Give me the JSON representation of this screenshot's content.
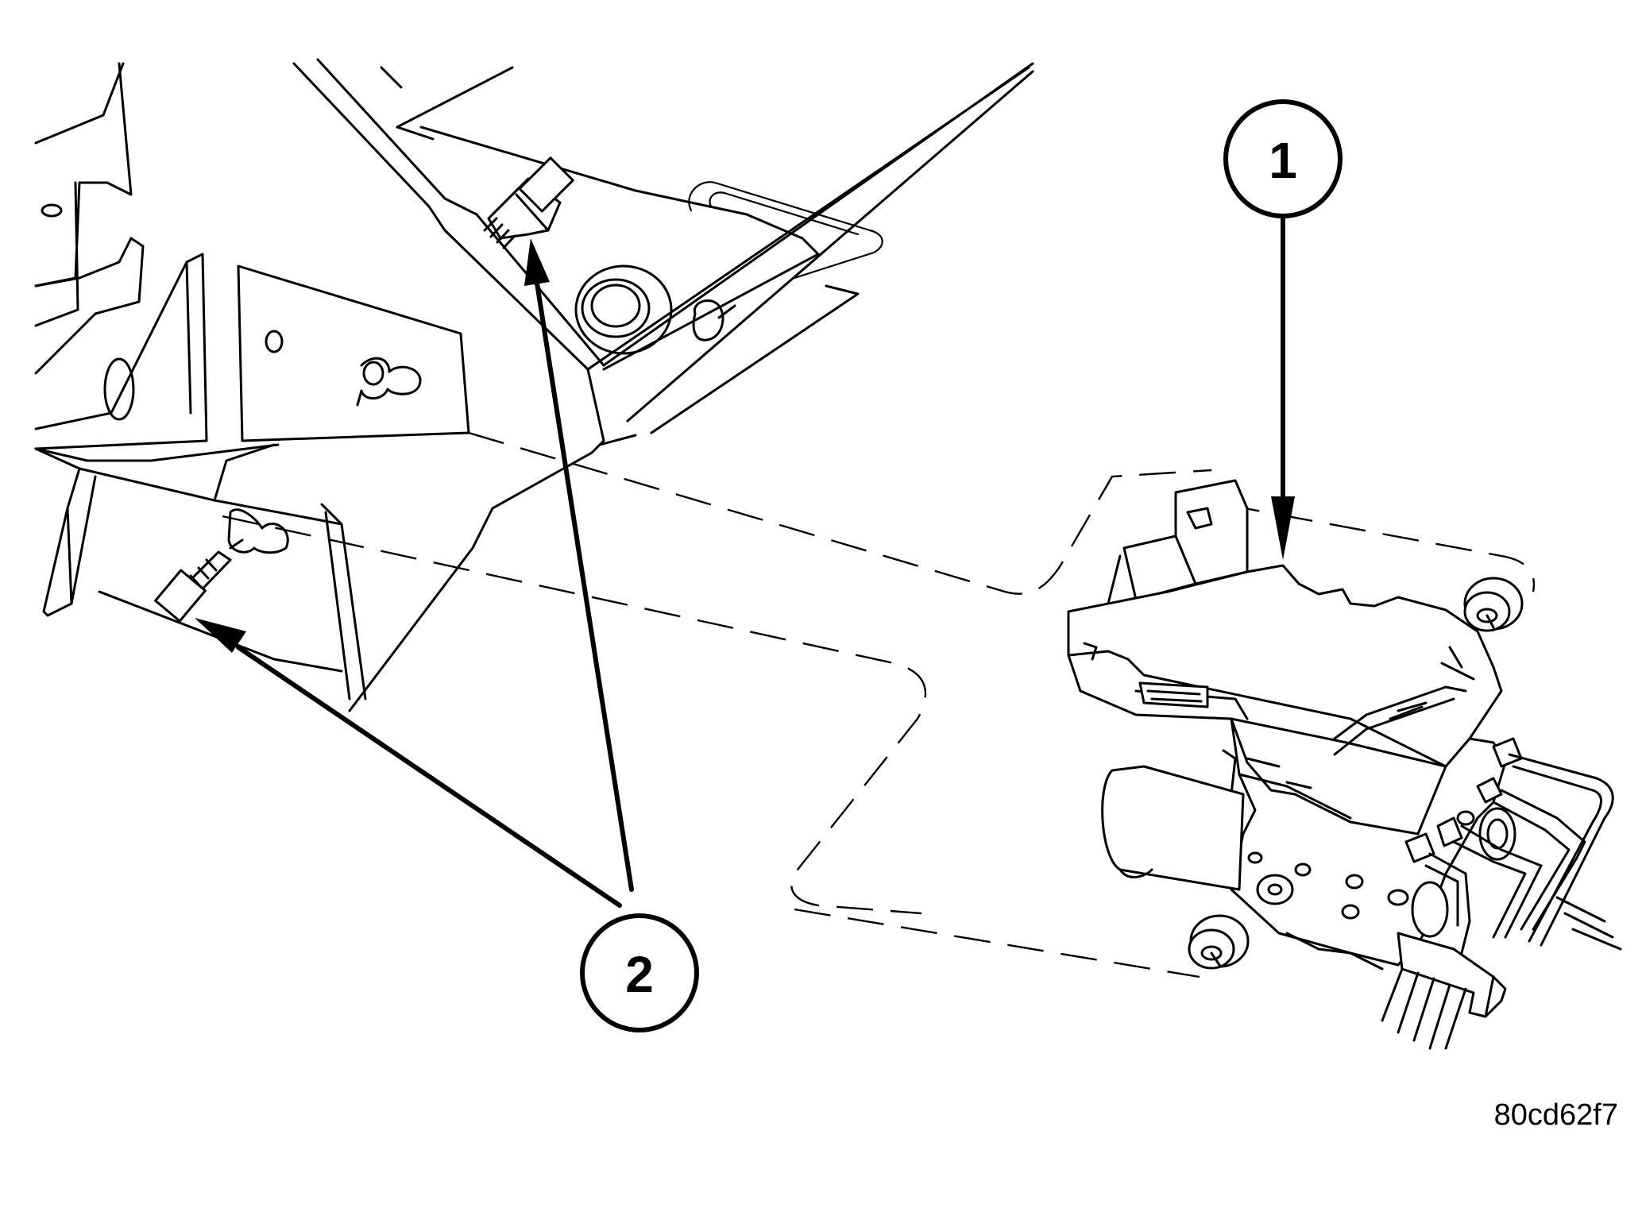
{
  "callouts": [
    {
      "id": "1",
      "label": "1"
    },
    {
      "id": "2",
      "label": "2"
    }
  ],
  "figure_id": "80cd62f7"
}
